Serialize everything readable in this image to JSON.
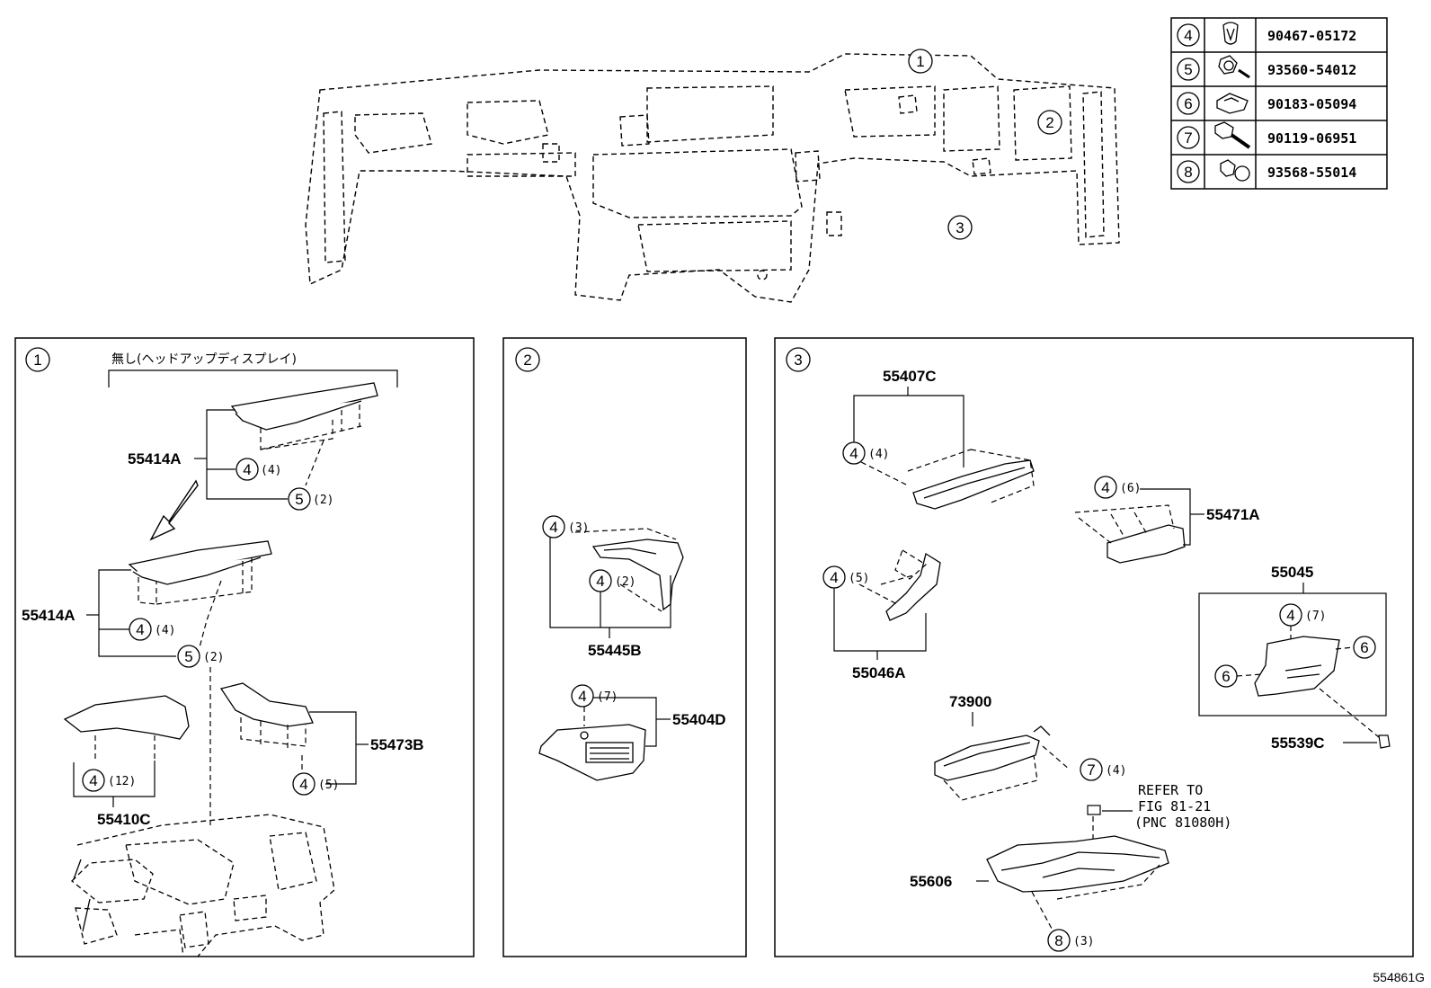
{
  "legend_table": [
    {
      "ref": "4",
      "part": "90467-05172",
      "icon": "clip-icon"
    },
    {
      "ref": "5",
      "part": "93560-54012",
      "icon": "screw-icon"
    },
    {
      "ref": "6",
      "part": "90183-05094",
      "icon": "nut-icon"
    },
    {
      "ref": "7",
      "part": "90119-06951",
      "icon": "bolt-icon"
    },
    {
      "ref": "8",
      "part": "93568-55014",
      "icon": "screw-icon"
    }
  ],
  "overview": {
    "callout_1": "1",
    "callout_2": "2",
    "callout_3": "3"
  },
  "panel1": {
    "id": "1",
    "bracket_note": "無し(ヘッドアップディスプレイ)",
    "parts": {
      "p55414A_top": "55414A",
      "p55414A_bottom": "55414A",
      "p55410C": "55410C",
      "p55473B": "55473B"
    },
    "callouts": {
      "c4_top": "4",
      "q4_top": "(4)",
      "c5_top": "5",
      "q5_top": "(2)",
      "c4_mid": "4",
      "q4_mid": "(4)",
      "c5_mid": "5",
      "q5_mid": "(2)",
      "c4_pad": "4",
      "q4_pad": "(12)",
      "c4_side": "4",
      "q4_side": "(5)"
    }
  },
  "panel2": {
    "id": "2",
    "parts": {
      "p55445B": "55445B",
      "p55404D": "55404D"
    },
    "callouts": {
      "c4_a": "4",
      "q4_a": "(3)",
      "c4_b": "4",
      "q4_b": "(2)",
      "c4_c": "4",
      "q4_c": "(7)"
    }
  },
  "panel3": {
    "id": "3",
    "parts": {
      "p55407C": "55407C",
      "p55471A": "55471A",
      "p55046A": "55046A",
      "p55045": "55045",
      "p73900": "73900",
      "p55539C": "55539C",
      "p55606": "55606"
    },
    "callouts": {
      "c4_a": "4",
      "q4_a": "(4)",
      "c4_b": "4",
      "q4_b": "(6)",
      "c4_c": "4",
      "q4_c": "(5)",
      "c4_d": "4",
      "q4_d": "(7)",
      "c6_l": "6",
      "c6_r": "6",
      "c7": "7",
      "q7": "(4)",
      "c8": "8",
      "q8": "(3)"
    },
    "refer": {
      "line1": "REFER TO",
      "line2": "FIG 81-21",
      "line3": "(PNC 81080H)"
    }
  },
  "figure_id": "554861G"
}
